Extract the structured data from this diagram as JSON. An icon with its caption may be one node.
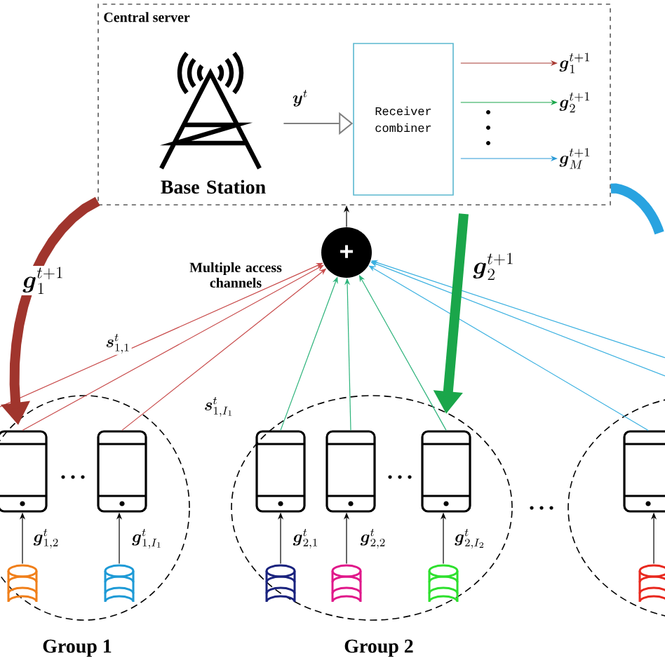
{
  "diagram": {
    "nodes": [
      {
        "text": [
          "Central server"
        ]
      },
      {
        "text": [
          "Base Station"
        ],
        "in": 0
      },
      {
        "text": [
          "Receiver combiner"
        ],
        "in": 0
      },
      {
        "text": [
          "\\boldsymbol{g}_{1}^{t+1}"
        ],
        "in": 0
      },
      {
        "text": [
          "\\boldsymbol{g}_{2}^{t+1}"
        ],
        "in": 0
      },
      {
        "text": [
          "\\boldsymbol{g}_{M}^{t+1}"
        ],
        "in": 0
      },
      {
        "text": [
          "+"
        ]
      },
      {
        "text": [
          "Group 1"
        ]
      },
      {
        "text": [],
        "shape": "phone",
        "in": 7
      },
      {
        "text": [],
        "shape": "phone",
        "in": 7
      },
      {
        "text": [],
        "shape": "cylinder",
        "in": 7
      },
      {
        "text": [],
        "shape": "cylinder",
        "in": 7
      },
      {
        "text": [
          "Group 2"
        ]
      },
      {
        "text": [],
        "shape": "phone",
        "in": 12
      },
      {
        "text": [],
        "shape": "phone",
        "in": 12
      },
      {
        "text": [],
        "shape": "phone",
        "in": 12
      },
      {
        "text": [],
        "shape": "cylinder",
        "in": 12
      },
      {
        "text": [],
        "shape": "cylinder",
        "in": 12
      },
      {
        "text": [],
        "shape": "cylinder",
        "in": 12
      },
      {
        "text": [],
        "shape": "ellipse"
      },
      {
        "text": [],
        "shape": "phone",
        "in": 19
      },
      {
        "text": [],
        "shape": "cylinder",
        "in": 19
      }
    ],
    "edges": [
      {
        "from": 1,
        "to": 2,
        "arrow": "to",
        "label": "\\boldsymbol{y}^{t}",
        "color": "#808080"
      },
      {
        "from": 2,
        "to": 3,
        "arrow": "to",
        "color": "#a83a32"
      },
      {
        "from": 2,
        "to": 4,
        "arrow": "to",
        "color": "#1aa64a"
      },
      {
        "from": 2,
        "to": 5,
        "arrow": "to",
        "color": "#2a9ad6"
      },
      {
        "from": 6,
        "to": 0,
        "arrow": "to"
      },
      {
        "from": null,
        "to": 6,
        "arrow": "to",
        "color": "#c84b4b"
      },
      {
        "from": 8,
        "to": 6,
        "arrow": "to",
        "color": "#c84b4b",
        "label": "\\boldsymbol{s}_{1,1}^{t}"
      },
      {
        "from": 9,
        "to": 6,
        "arrow": "to",
        "color": "#c84b4b",
        "label": "\\boldsymbol{s}_{1,I_1}^{t}"
      },
      {
        "from": 13,
        "to": 6,
        "arrow": "to",
        "color": "#2bb37a"
      },
      {
        "from": 14,
        "to": 6,
        "arrow": "to",
        "color": "#2bb37a"
      },
      {
        "from": 15,
        "to": 6,
        "arrow": "to",
        "color": "#2bb37a"
      },
      {
        "from": null,
        "to": 6,
        "arrow": "to",
        "color": "#3ab0e0"
      },
      {
        "from": null,
        "to": 6,
        "arrow": "to",
        "color": "#3ab0e0"
      },
      {
        "from": 20,
        "to": 6,
        "arrow": "to",
        "color": "#3ab0e0"
      },
      {
        "from": 10,
        "to": 8,
        "arrow": "to",
        "label": "\\boldsymbol{g}_{1,2}^{t}"
      },
      {
        "from": 11,
        "to": 9,
        "arrow": "to",
        "label": "\\boldsymbol{g}_{1,I_1}^{t}"
      },
      {
        "from": 16,
        "to": 13,
        "arrow": "to",
        "label": "\\boldsymbol{g}_{2,1}^{t}"
      },
      {
        "from": 17,
        "to": 14,
        "arrow": "to",
        "label": "\\boldsymbol{g}_{2,2}^{t}"
      },
      {
        "from": 18,
        "to": 15,
        "arrow": "to",
        "label": "\\boldsymbol{g}_{2,I_2}^{t}"
      },
      {
        "from": 21,
        "to": 20,
        "arrow": "to"
      },
      {
        "from": 0,
        "to": 7,
        "arrow": "to",
        "style": "thick",
        "color": "#a0352d",
        "label": "\\boldsymbol{g}_{1}^{t+1}"
      },
      {
        "from": 0,
        "to": 12,
        "arrow": "to",
        "style": "thick",
        "color": "#1aa64a",
        "label": "\\boldsymbol{g}_{2}^{t+1}"
      },
      {
        "from": 0,
        "to": null,
        "arrow": "none",
        "style": "thick",
        "color": "#29a3e0"
      }
    ],
    "labels": [
      "Multiple access channels"
    ]
  }
}
